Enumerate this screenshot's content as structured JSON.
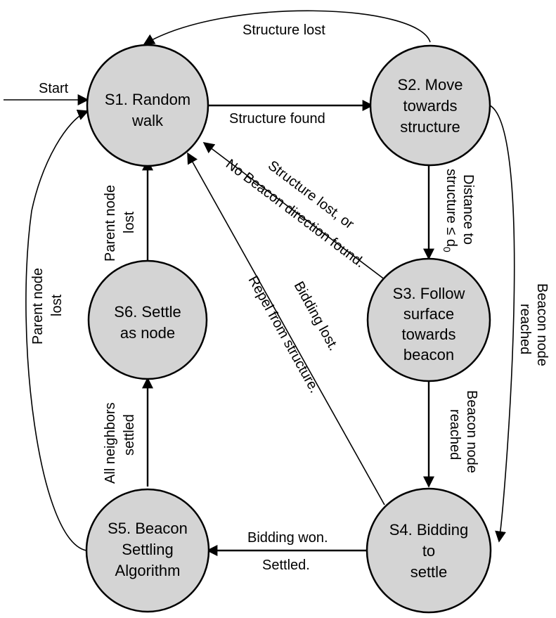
{
  "states": {
    "s1": [
      "S1. Random",
      "walk"
    ],
    "s2": [
      "S2. Move",
      "towards",
      "structure"
    ],
    "s3": [
      "S3. Follow",
      "surface",
      "towards",
      "beacon"
    ],
    "s4": [
      "S4. Bidding",
      "to",
      "settle"
    ],
    "s5": [
      "S5. Beacon",
      "Settling",
      "Algorithm"
    ],
    "s6": [
      "S6. Settle",
      "as node"
    ]
  },
  "transitions": {
    "start": "Start",
    "s2_s1": "Structure lost",
    "s1_s2": "Structure found",
    "s2_s3": [
      "Distance to",
      "structure ≤ d",
      "0"
    ],
    "s2_s4": [
      "Beacon node",
      "reached"
    ],
    "s3_s1": [
      "Structure lost, or",
      "No Beacon direction found."
    ],
    "s3_s4": [
      "Beacon node",
      "reached"
    ],
    "s4_s1": [
      "Bidding lost.",
      "Repel from structure."
    ],
    "s4_s5": [
      "Bidding won.",
      "Settled."
    ],
    "s5_s6": [
      "All neighbors",
      "settled"
    ],
    "s6_s1": [
      "Parent node",
      "lost"
    ],
    "s5_s1": [
      "Parent node",
      "lost"
    ]
  }
}
